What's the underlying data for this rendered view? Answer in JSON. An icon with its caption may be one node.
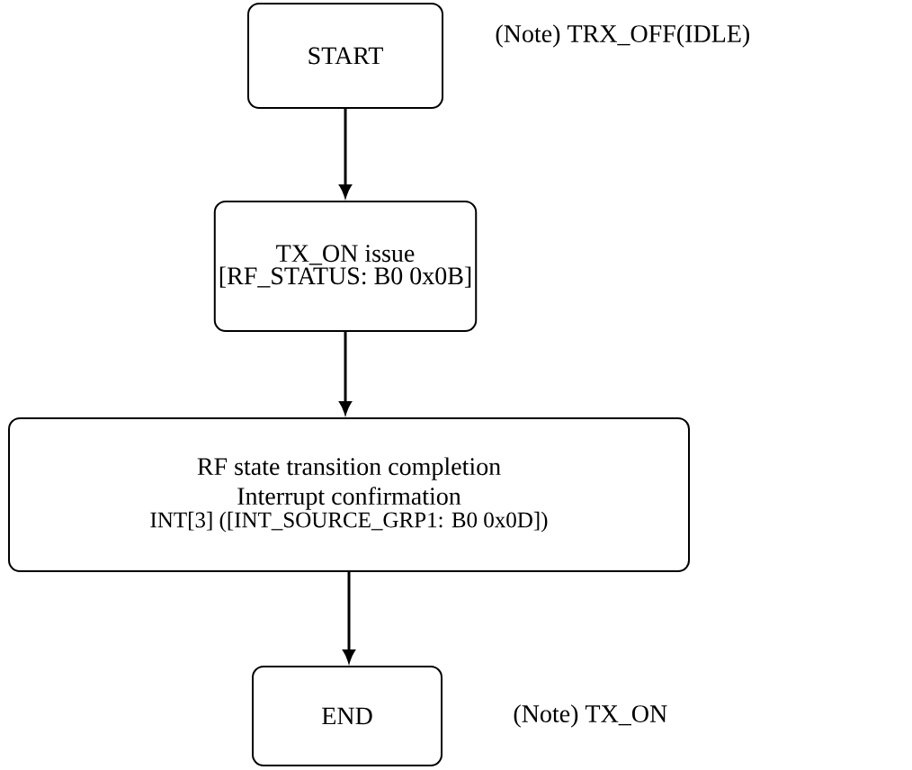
{
  "diagram": {
    "nodes": [
      {
        "text": [
          "START"
        ],
        "beside": [
          "(Note) TRX_OFF(IDLE)"
        ]
      },
      {
        "text": [
          "TX_ON issue",
          "[RF_STATUS: B0 0x0B]"
        ]
      },
      {
        "text": [
          "RF state transition completion Interrupt confirmation",
          "INT[3] ([INT_SOURCE_GRP1: B0 0x0D])"
        ]
      },
      {
        "text": [
          "END"
        ],
        "beside": [
          "(Note) TX_ON"
        ]
      }
    ],
    "edges": [
      {
        "from": 0,
        "to": 1,
        "arrow": "to"
      },
      {
        "from": 1,
        "to": 2,
        "arrow": "to"
      },
      {
        "from": 2,
        "to": 3,
        "arrow": "to"
      }
    ]
  }
}
